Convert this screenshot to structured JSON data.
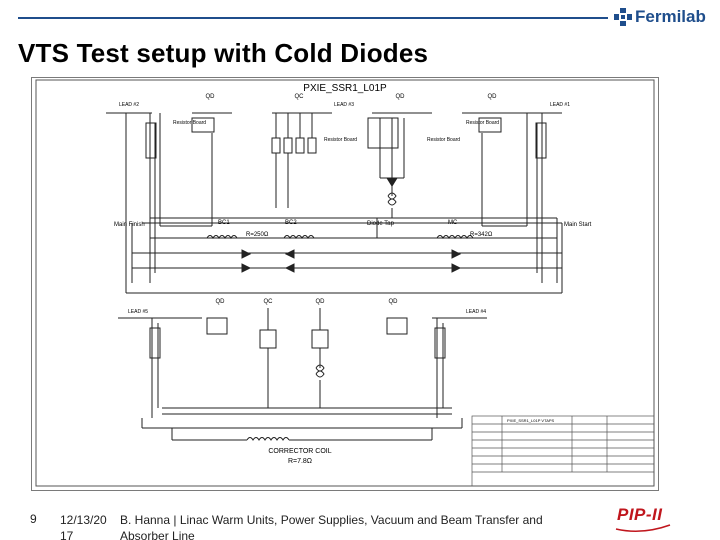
{
  "brand": {
    "name": "Fermilab",
    "color": "#1f4e8c"
  },
  "slide": {
    "title": "VTS Test setup  with Cold Diodes"
  },
  "schematic": {
    "title": "PXIE_SSR1_L01P",
    "top_labels": {
      "qd_left": "QD",
      "qc_top": "QC",
      "qd_mid": "QD",
      "qd_right": "QD",
      "lead2": "LEAD #2",
      "lead3": "LEAD #3",
      "lead1": "LEAD #1"
    },
    "bottom_labels": {
      "qd_left": "QD",
      "qc": "QC",
      "qd_mid": "QD",
      "qd_right": "QD",
      "lead5": "LEAD #5",
      "lead4": "LEAD #4"
    },
    "resistor_boards": {
      "rb_left_top": "Resistor Board",
      "rb_qc_top": "Resistor Board",
      "rb_mid_top": "Resistor Board",
      "rb_right_top": "Resistor Board"
    },
    "main_finish": "Main Finish",
    "main_start": "Main Start",
    "bc1": "BC1",
    "bc2": "BC2",
    "diode_tap": "Diode Tap",
    "mc": "MC",
    "r_bc": "R=250Ω",
    "r_mc": "R=342Ω",
    "corrector_coil": "CORRECTOR COIL",
    "r_cc": "R=7.8Ω",
    "title_block_drawing_name": "PXIE_SSR1_L01P VTAPS"
  },
  "footer": {
    "page_number": "9",
    "date": "12/13/20 17",
    "text": "B. Hanna | Linac Warm Units, Power Supplies, Vacuum and Beam Transfer and Absorber Line"
  },
  "pip_logo": {
    "text": "PIP-II",
    "color": "#c0161d"
  }
}
